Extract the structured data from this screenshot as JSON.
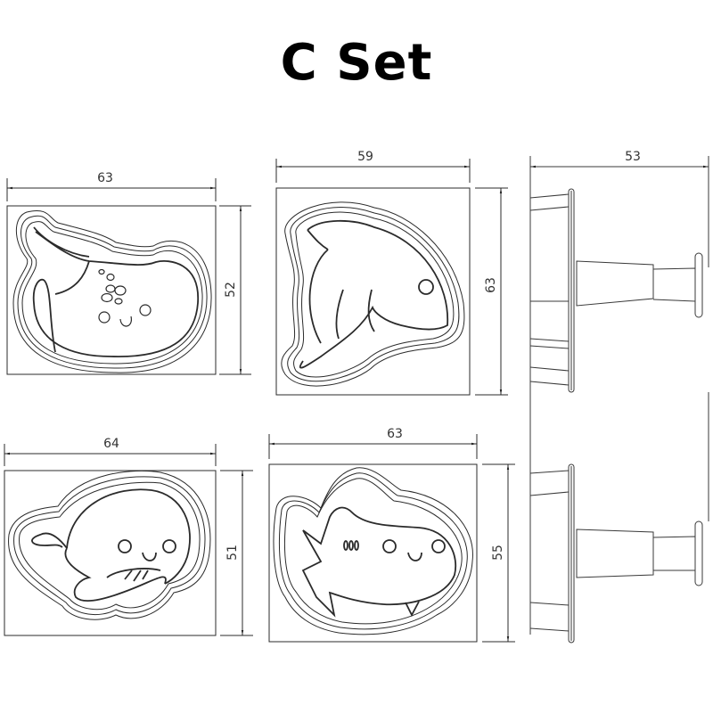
{
  "title": "C Set",
  "colors": {
    "line": "#2b2b2b",
    "dimension": "#444444",
    "background": "#ffffff"
  },
  "views": [
    {
      "id": "narwhal",
      "subject": "narwhal-cutter",
      "width_label": "63",
      "height_label": "52"
    },
    {
      "id": "dolphin",
      "subject": "dolphin-cutter",
      "width_label": "59",
      "height_label": "63"
    },
    {
      "id": "whale",
      "subject": "whale-cutter",
      "width_label": "64",
      "height_label": "51"
    },
    {
      "id": "shark",
      "subject": "shark-cutter",
      "width_label": "63",
      "height_label": "55"
    },
    {
      "id": "side",
      "subject": "side-profile-plunger",
      "depth_label": "53"
    }
  ]
}
